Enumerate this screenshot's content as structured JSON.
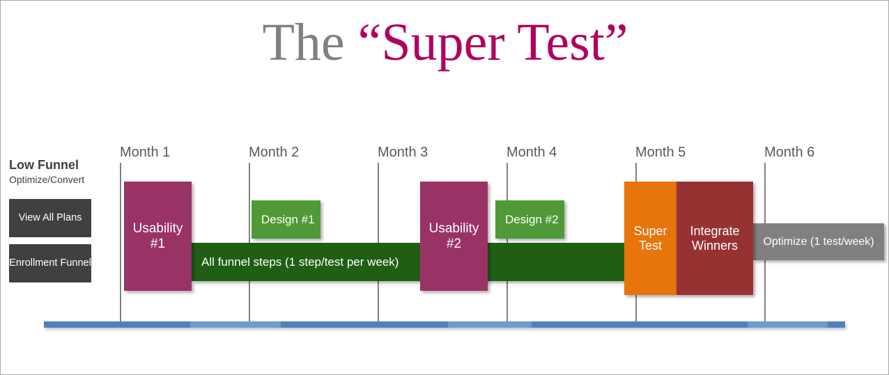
{
  "slide": {
    "title_plain": "The ",
    "title_accent": "“Super Test”",
    "accent_color": "#b1005e",
    "plain_color": "#808080",
    "background": "#ffffff"
  },
  "left_panel": {
    "heading": "Low Funnel",
    "subheading": "Optimize/Convert",
    "buttons": [
      {
        "label": "View All Plans",
        "color": "#404040"
      },
      {
        "label": "Enrollment Funnel",
        "color": "#404040"
      }
    ]
  },
  "timeline": {
    "months": [
      {
        "label": "Month 1"
      },
      {
        "label": "Month 2"
      },
      {
        "label": "Month 3"
      },
      {
        "label": "Month 4"
      },
      {
        "label": "Month 5"
      },
      {
        "label": "Month 6"
      }
    ],
    "tick_color": "#7f7f7f",
    "baseline_color": "#4f81bd"
  },
  "tasks": [
    {
      "name": "usability-1",
      "label": "Usability\n#1",
      "color": "#993366"
    },
    {
      "name": "design-1",
      "label": "Design #1",
      "color": "#4f9a36"
    },
    {
      "name": "all-funnel-steps",
      "label": "All funnel steps (1 step/test per week)",
      "color": "#1f5e14"
    },
    {
      "name": "usability-2",
      "label": "Usability\n#2",
      "color": "#993366"
    },
    {
      "name": "design-2",
      "label": "Design #2",
      "color": "#4f9a36"
    },
    {
      "name": "super-test",
      "label": "Super\nTest",
      "color": "#e8740c"
    },
    {
      "name": "integrate-winners",
      "label": "Integrate\nWinners",
      "color": "#973232"
    },
    {
      "name": "optimize",
      "label": "Optimize (1 test/week)",
      "color": "#808080"
    }
  ]
}
